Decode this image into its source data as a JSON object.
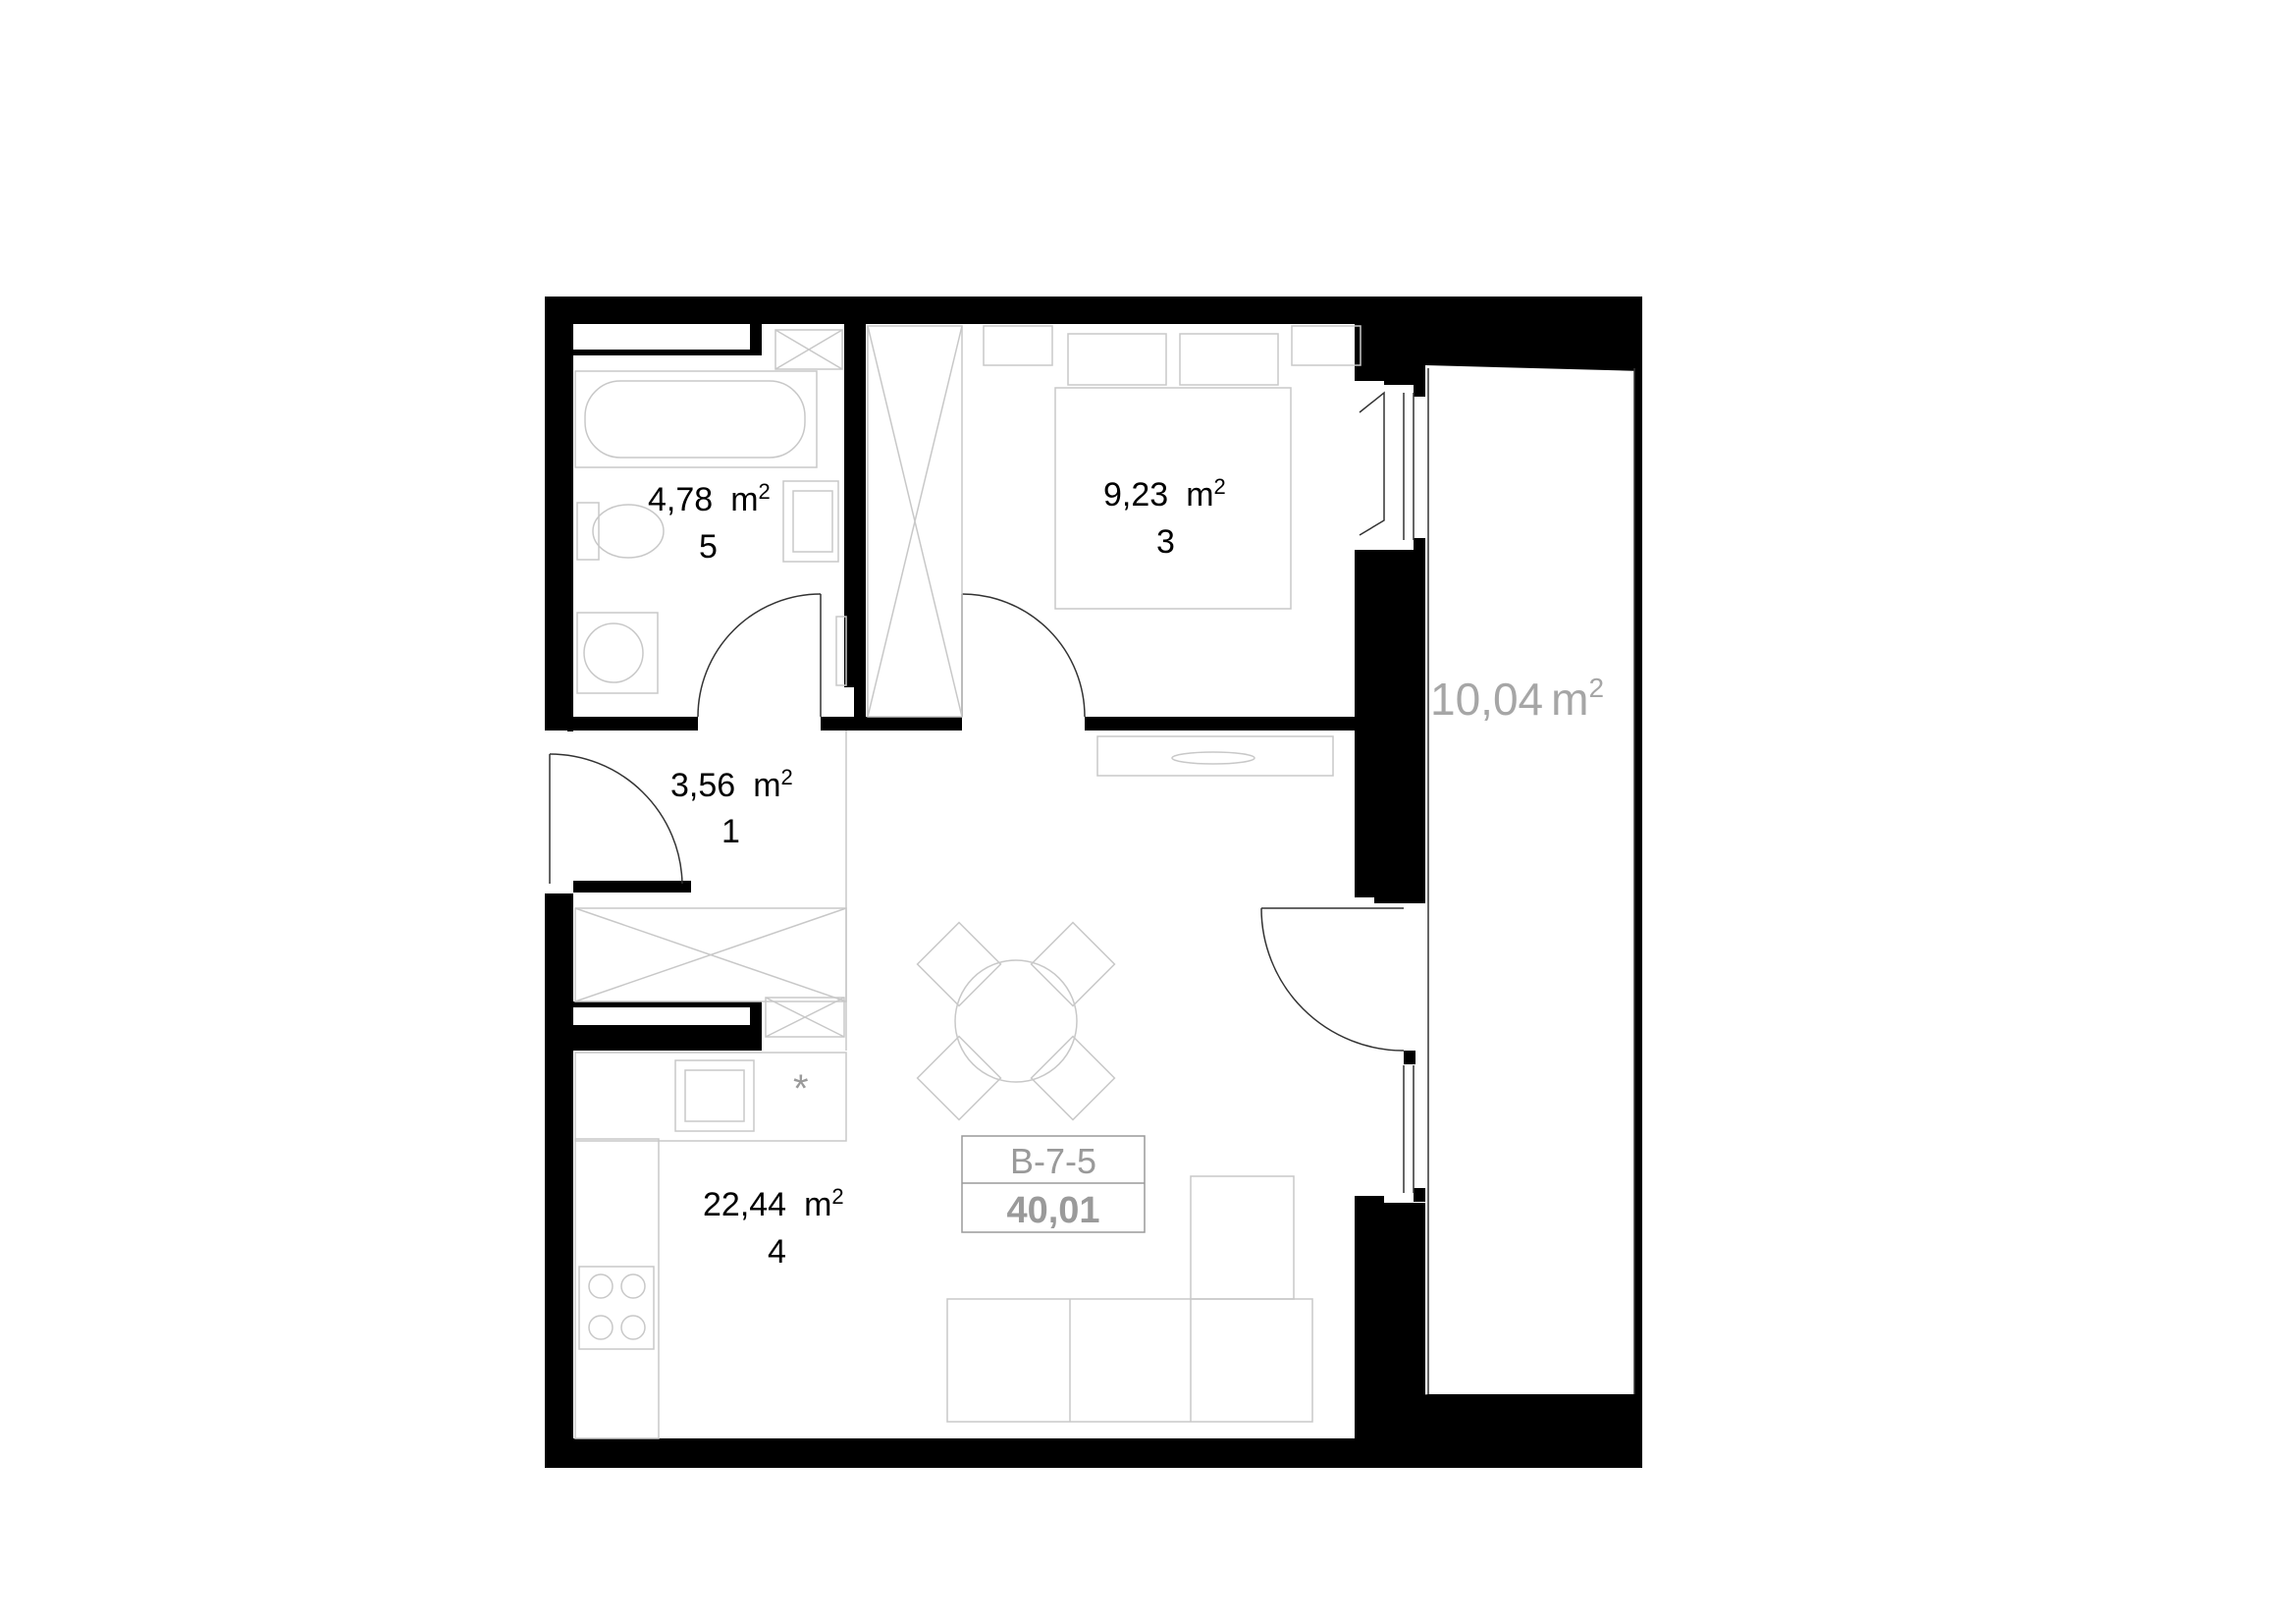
{
  "rooms": [
    {
      "id": "bathroom",
      "area": "4,78",
      "unit": "m",
      "power": "2",
      "number": "5"
    },
    {
      "id": "bedroom",
      "area": "9,23",
      "unit": "m",
      "power": "2",
      "number": "3"
    },
    {
      "id": "hall",
      "area": "3,56",
      "unit": "m",
      "power": "2",
      "number": "1"
    },
    {
      "id": "living",
      "area": "22,44",
      "unit": "m",
      "power": "2",
      "number": "4"
    }
  ],
  "balcony": {
    "area": "10,04",
    "unit": "m",
    "power": "2"
  },
  "unit_box": {
    "code": "B-7-5",
    "total_area": "40,01"
  },
  "colors": {
    "wall": "#000000",
    "label": "#000000",
    "muted": "#a6a6a6",
    "furniture": "#c8c8c8"
  }
}
